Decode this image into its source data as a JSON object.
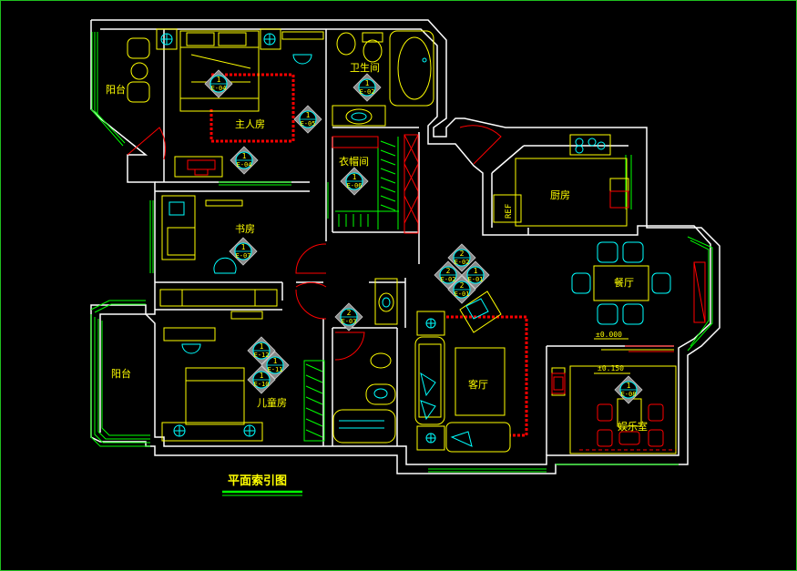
{
  "drawing": {
    "title": "平面索引图",
    "rooms": {
      "balcony_top": "阳台",
      "master_bedroom": "主人房",
      "bathroom": "卫生间",
      "walk_in_closet": "衣帽间",
      "kitchen": "厨房",
      "study": "书房",
      "dining": "餐厅",
      "living": "客厅",
      "balcony_bottom": "阳台",
      "kids_room": "儿童房",
      "entertainment": "娱乐室"
    },
    "fridge": "REF",
    "levels": {
      "main": "±0.000",
      "entertainment": "±0.150"
    },
    "tags": {
      "master": {
        "num": "1",
        "code": "E-04"
      },
      "master_side": {
        "num": "1",
        "code": "E-05"
      },
      "bath": {
        "num": "1",
        "code": "E-02"
      },
      "corridor": {
        "num": "1",
        "code": "E-04"
      },
      "closet": {
        "num": "1",
        "code": "E-06"
      },
      "study": {
        "num": "1",
        "code": "E-07"
      },
      "entry": {
        "num": "2",
        "code": "E-03"
      },
      "kids_a": {
        "num": "1",
        "code": "E-12"
      },
      "kids_b": {
        "num": "1",
        "code": "E-11"
      },
      "kids_c": {
        "num": "1",
        "code": "E-10"
      },
      "ent": {
        "num": "1",
        "code": "E-08"
      },
      "living_top": {
        "num": "2",
        "code": "E-02"
      },
      "living_left": {
        "num": "2",
        "code": "E-02"
      },
      "living_right": {
        "num": "1",
        "code": "E-01"
      },
      "living_bottom": {
        "num": "2",
        "code": "E-01"
      }
    },
    "colors": {
      "wall": "#ffffff",
      "furniture": "#ffff00",
      "glass": "#00ff00",
      "fixture": "#00ffff",
      "curtain": "#ff0000",
      "background": "#000000",
      "frame": "#1fbf1f"
    }
  }
}
